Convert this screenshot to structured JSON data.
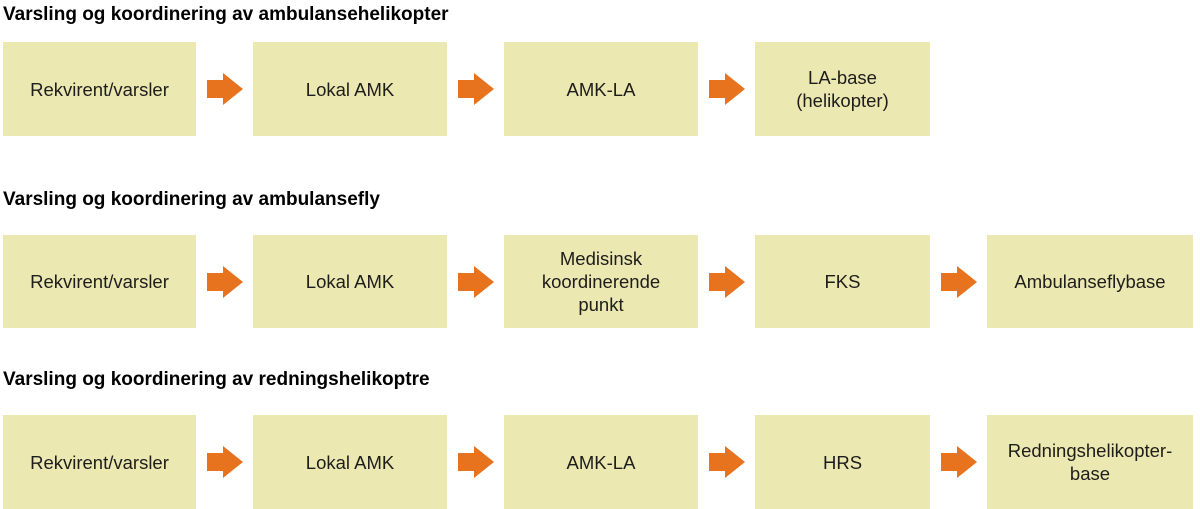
{
  "page": {
    "background": "#ffffff"
  },
  "diagram": {
    "type": "flowchart",
    "colors": {
      "box_fill": "#ECE8B2",
      "arrow": "#E8731E",
      "title_text": "#000000",
      "box_text": "#1D1D1B"
    },
    "sections": [
      {
        "title": "Varsling og koordinering av ambulansehelikopter",
        "steps": [
          "Rekvirent/varsler",
          "Lokal AMK",
          "AMK-LA",
          "LA-base\n(helikopter)"
        ]
      },
      {
        "title": "Varsling og koordinering av ambulansefly",
        "steps": [
          "Rekvirent/varsler",
          "Lokal AMK",
          "Medisinsk\nkoordinerende\npunkt",
          "FKS",
          "Ambulanseflybase"
        ]
      },
      {
        "title": "Varsling og koordinering av redningshelikoptre",
        "steps": [
          "Rekvirent/varsler",
          "Lokal AMK",
          "AMK-LA",
          "HRS",
          "Redningshelikopter-\nbase"
        ]
      }
    ]
  }
}
